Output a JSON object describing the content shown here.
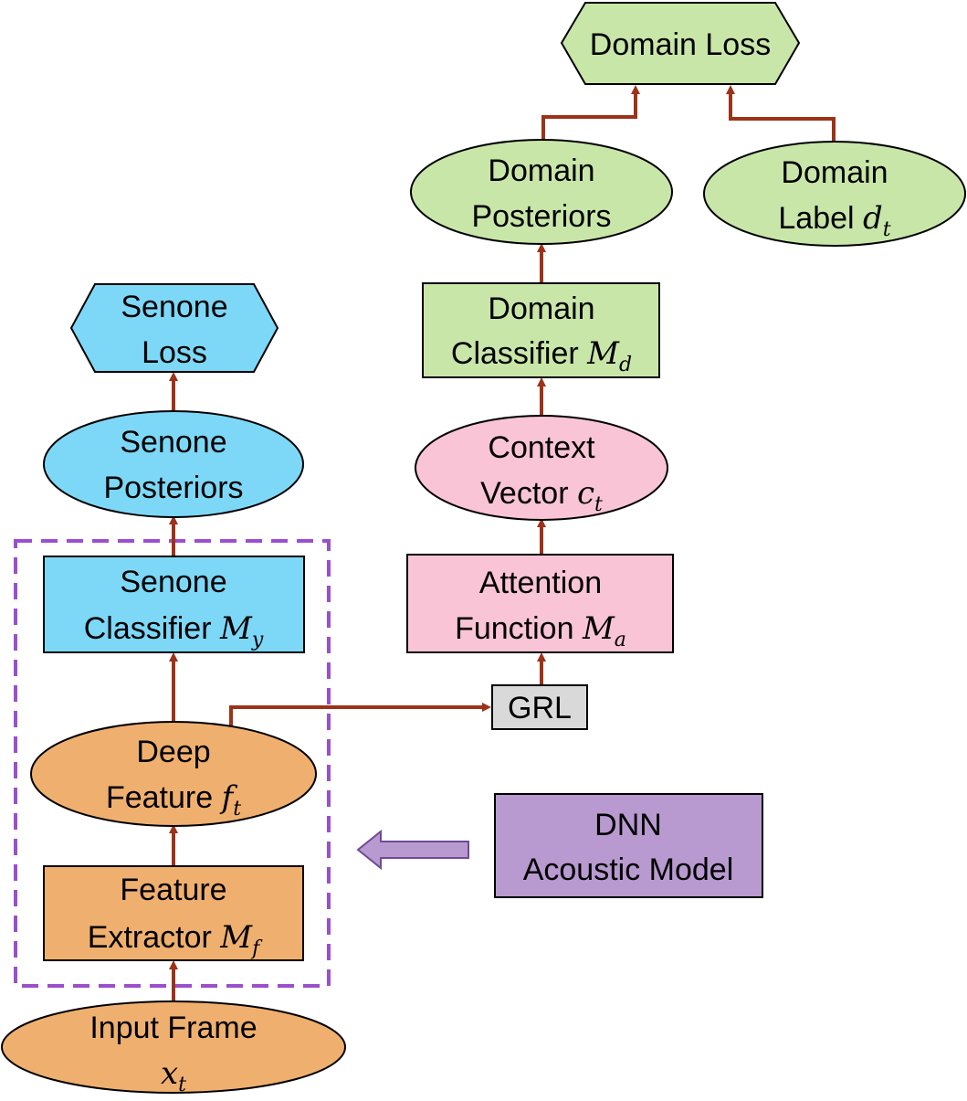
{
  "colors": {
    "orange": "#EFB06F",
    "blue": "#7DD8F7",
    "pink": "#F9C4D6",
    "green": "#C9E6A9",
    "purple": "#B89AD0",
    "gray": "#D9D9D9",
    "arrow": "#9C3218",
    "dashed_box": "#9B4FCC",
    "outline": "#000000"
  },
  "nodes": {
    "input_frame": {
      "line1": "Input Frame",
      "var": "x",
      "sub": "t"
    },
    "feature_extractor": {
      "line1": "Feature",
      "line2": "Extractor ",
      "var": "M",
      "sub": "f"
    },
    "deep_feature": {
      "line1": "Deep",
      "line2": "Feature ",
      "var": "f",
      "sub": "t"
    },
    "senone_classifier": {
      "line1": "Senone",
      "line2": "Classifier ",
      "var": "M",
      "sub": "y"
    },
    "senone_posteriors": {
      "line1": "Senone",
      "line2": "Posteriors"
    },
    "senone_loss": {
      "line1": "Senone",
      "line2": "Loss"
    },
    "grl": {
      "label": "GRL"
    },
    "attention_function": {
      "line1": "Attention",
      "line2": "Function ",
      "var": "M",
      "sub": "a"
    },
    "context_vector": {
      "line1": "Context",
      "line2": "Vector ",
      "var": "c",
      "sub": "t"
    },
    "domain_classifier": {
      "line1": "Domain",
      "line2": "Classifier ",
      "var": "M",
      "sub": "d"
    },
    "domain_posteriors": {
      "line1": "Domain",
      "line2": "Posteriors"
    },
    "domain_label": {
      "line1": "Domain",
      "line2": "Label ",
      "var": "d",
      "sub": "t"
    },
    "domain_loss": {
      "label": "Domain Loss"
    },
    "dnn_model": {
      "line1": "DNN",
      "line2": "Acoustic Model"
    }
  }
}
